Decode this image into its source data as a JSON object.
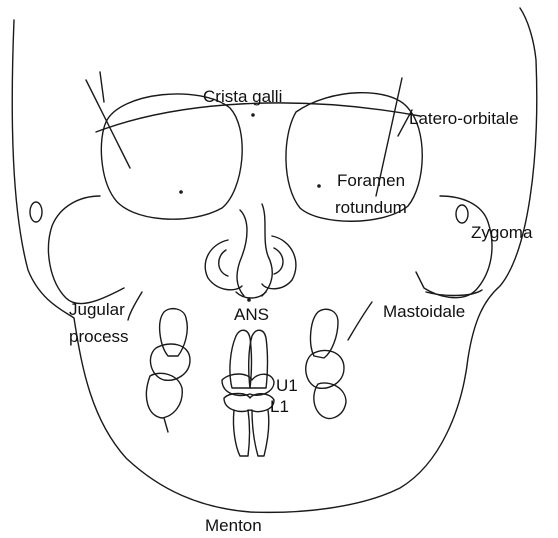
{
  "labels": {
    "crista_galli": "Crista galli",
    "latero_orbitale": "Latero-orbitale",
    "foramen_line1": "Foramen",
    "foramen_line2": "rotundum",
    "zygoma": "Zygoma",
    "jugular_line1": "Jugular",
    "jugular_line2": "process",
    "ans": "ANS",
    "mastoidale": "Mastoidale",
    "u1": "U1",
    "l1": "L1",
    "menton": "Menton"
  }
}
